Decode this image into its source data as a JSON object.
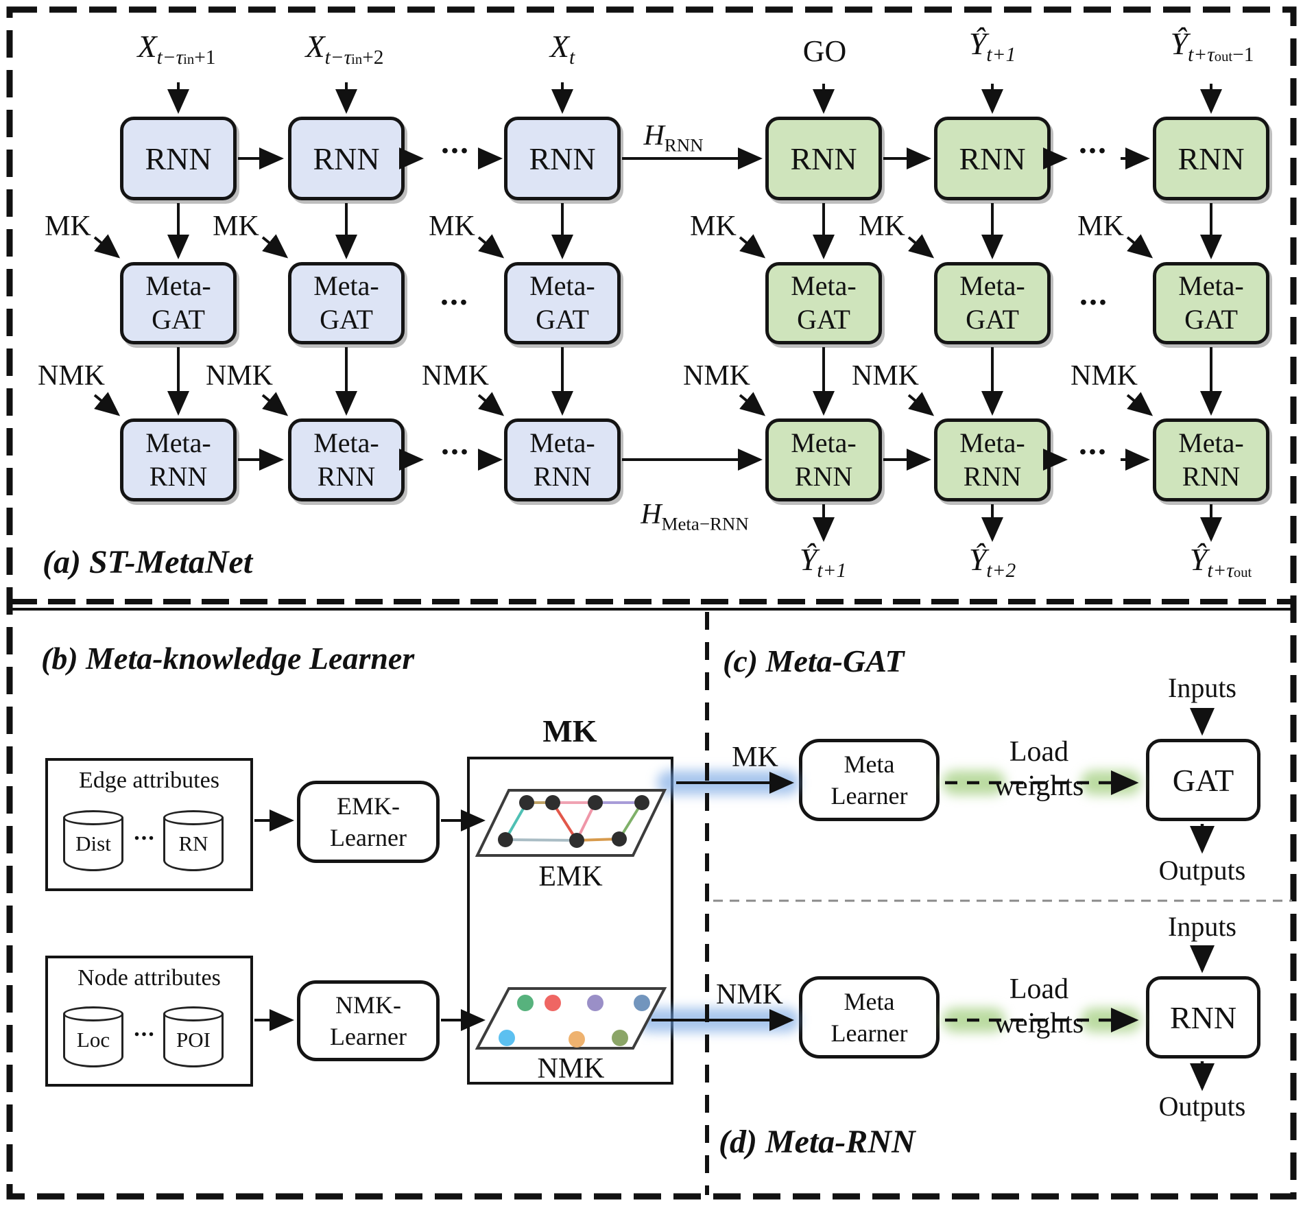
{
  "panel_a": {
    "title": "(a) ST-MetaNet",
    "mk": "MK",
    "nmk": "NMK",
    "ellipsis": "...",
    "box": {
      "rnn": "RNN",
      "meta": "Meta-",
      "gat": "GAT"
    },
    "top_labels": [
      {
        "base": "X",
        "sub": "t−τ",
        "subsub": "in",
        "tail": "+1"
      },
      {
        "base": "X",
        "sub": "t−τ",
        "subsub": "in",
        "tail": "+2"
      },
      {
        "base": "X",
        "sub": "t"
      },
      {
        "plain": "GO"
      },
      {
        "base": "Ŷ",
        "sub": "t+1"
      },
      {
        "base": "Ŷ",
        "sub": "t+τ",
        "subsub": "out",
        "tail": "−1"
      }
    ],
    "h_rnn": {
      "base": "H",
      "sub": "RNN"
    },
    "h_meta_rnn": {
      "base": "H",
      "sub": "Meta−RNN"
    },
    "outputs": [
      {
        "base": "Ŷ",
        "sub": "t+1"
      },
      {
        "base": "Ŷ",
        "sub": "t+2"
      },
      {
        "base": "Ŷ",
        "sub": "t+τ",
        "subsub": "out"
      }
    ]
  },
  "panel_b": {
    "title": "(b) Meta-knowledge Learner",
    "mk_title": "MK",
    "edge_box": {
      "title": "Edge attributes",
      "cyl1": "Dist",
      "cyl2": "RN"
    },
    "node_box": {
      "title": "Node attributes",
      "cyl1": "Loc",
      "cyl2": "POI"
    },
    "emk_learner": {
      "line1": "EMK-",
      "line2": "Learner"
    },
    "nmk_learner": {
      "line1": "NMK-",
      "line2": "Learner"
    },
    "emk_caption": "EMK",
    "nmk_caption": "NMK"
  },
  "panel_c": {
    "title": "(c) Meta-GAT",
    "mk": "MK",
    "meta_learner": {
      "line1": "Meta",
      "line2": "Learner"
    },
    "load": {
      "line1": "Load",
      "line2": "weights"
    },
    "gat": "GAT",
    "inputs": "Inputs",
    "outputs": "Outputs"
  },
  "panel_d": {
    "title": "(d) Meta-RNN",
    "nmk": "NMK",
    "meta_learner": {
      "line1": "Meta",
      "line2": "Learner"
    },
    "load": {
      "line1": "Load",
      "line2": "weights"
    },
    "rnn": "RNN",
    "inputs": "Inputs",
    "outputs": "Outputs"
  },
  "colors": {
    "encoder_fill": "#dde4f5",
    "decoder_fill": "#cfe4bc",
    "mk_glow": "#6ea0e1",
    "load_glow": "#96c86e"
  }
}
